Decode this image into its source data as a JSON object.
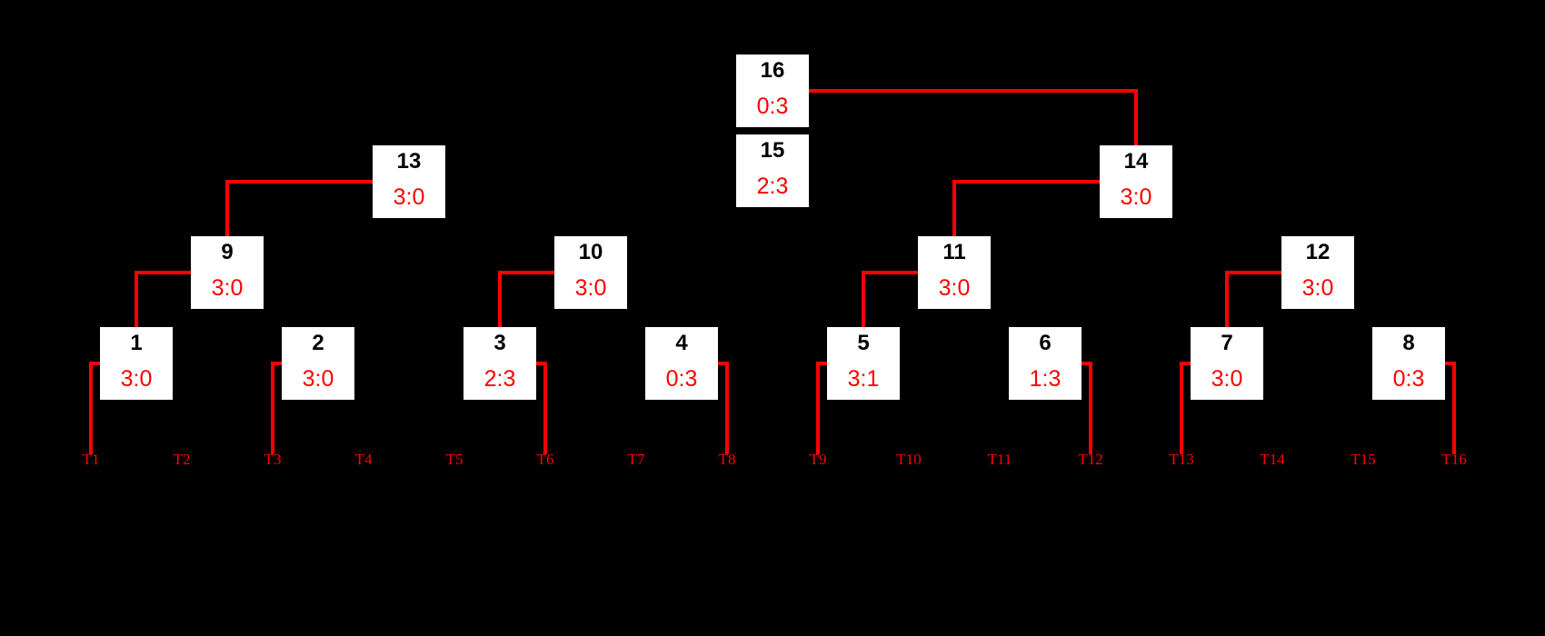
{
  "figure": {
    "background_color": "#000000",
    "accent_color": "#ff0000",
    "box_fill_color": "#ffffff",
    "match_number_color": "#000000"
  },
  "bracket": {
    "teams": [
      "T1",
      "T2",
      "T3",
      "T4",
      "T5",
      "T6",
      "T7",
      "T8",
      "T9",
      "T10",
      "T11",
      "T12",
      "T13",
      "T14",
      "T15",
      "T16"
    ],
    "matches": {
      "m1": {
        "number": "1",
        "score": "3:0"
      },
      "m2": {
        "number": "2",
        "score": "3:0"
      },
      "m3": {
        "number": "3",
        "score": "2:3"
      },
      "m4": {
        "number": "4",
        "score": "0:3"
      },
      "m5": {
        "number": "5",
        "score": "3:1"
      },
      "m6": {
        "number": "6",
        "score": "1:3"
      },
      "m7": {
        "number": "7",
        "score": "3:0"
      },
      "m8": {
        "number": "8",
        "score": "0:3"
      },
      "m9": {
        "number": "9",
        "score": "3:0"
      },
      "m10": {
        "number": "10",
        "score": "3:0"
      },
      "m11": {
        "number": "11",
        "score": "3:0"
      },
      "m12": {
        "number": "12",
        "score": "3:0"
      },
      "m13": {
        "number": "13",
        "score": "3:0"
      },
      "m14": {
        "number": "14",
        "score": "3:0"
      },
      "m15": {
        "number": "15",
        "score": "2:3"
      },
      "m16": {
        "number": "16",
        "score": "0:3"
      }
    },
    "winner_advancement_lines": [
      {
        "match": "16",
        "winner_came_from": "14"
      },
      {
        "match": "14",
        "winner_came_from": "11"
      },
      {
        "match": "13",
        "winner_came_from": "9"
      },
      {
        "match": "9",
        "winner_came_from": "1"
      },
      {
        "match": "10",
        "winner_came_from": "3"
      },
      {
        "match": "11",
        "winner_came_from": "5"
      },
      {
        "match": "12",
        "winner_came_from": "7"
      },
      {
        "match": "1",
        "winner_came_from": "T1"
      },
      {
        "match": "2",
        "winner_came_from": "T3"
      },
      {
        "match": "3",
        "winner_came_from": "T6"
      },
      {
        "match": "4",
        "winner_came_from": "T8"
      },
      {
        "match": "5",
        "winner_came_from": "T9"
      },
      {
        "match": "6",
        "winner_came_from": "T12"
      },
      {
        "match": "7",
        "winner_came_from": "T13"
      },
      {
        "match": "8",
        "winner_came_from": "T16"
      }
    ]
  }
}
